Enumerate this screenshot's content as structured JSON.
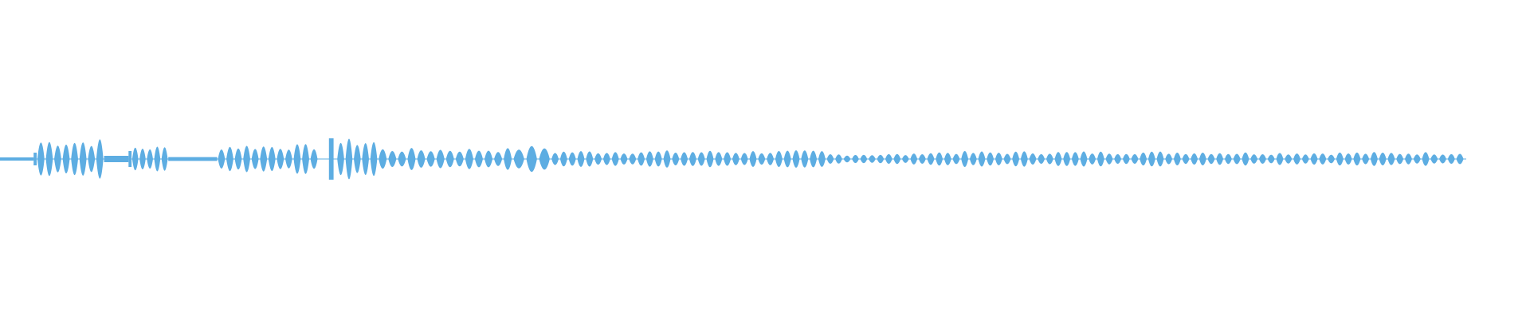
{
  "waveform": {
    "color": "#5dade2",
    "segments": [
      {
        "start": 0.0,
        "end": 0.022,
        "amp": 0.01
      },
      {
        "start": 0.022,
        "end": 0.024,
        "amp": 0.04
      },
      {
        "start": 0.024,
        "end": 0.068,
        "amp": 0.13,
        "pulses": 8
      },
      {
        "start": 0.068,
        "end": 0.084,
        "amp": 0.02
      },
      {
        "start": 0.084,
        "end": 0.086,
        "amp": 0.05
      },
      {
        "start": 0.086,
        "end": 0.11,
        "amp": 0.085,
        "pulses": 5
      },
      {
        "start": 0.11,
        "end": 0.142,
        "amp": 0.012
      },
      {
        "start": 0.142,
        "end": 0.208,
        "amp": 0.095,
        "pulses": 12
      },
      {
        "start": 0.215,
        "end": 0.218,
        "amp": 0.13
      },
      {
        "start": 0.22,
        "end": 0.247,
        "amp": 0.13,
        "pulses": 5
      },
      {
        "start": 0.247,
        "end": 0.335,
        "amp": 0.07,
        "pulses": 14
      },
      {
        "start": 0.335,
        "end": 0.36,
        "amp": 0.085,
        "pulses": 3
      },
      {
        "start": 0.36,
        "end": 0.54,
        "amp": 0.055,
        "pulses": 32
      },
      {
        "start": 0.54,
        "end": 0.6,
        "amp": 0.035,
        "pulses": 11
      },
      {
        "start": 0.6,
        "end": 0.8,
        "amp": 0.05,
        "pulses": 36
      },
      {
        "start": 0.8,
        "end": 0.957,
        "amp": 0.045,
        "pulses": 28
      }
    ]
  }
}
